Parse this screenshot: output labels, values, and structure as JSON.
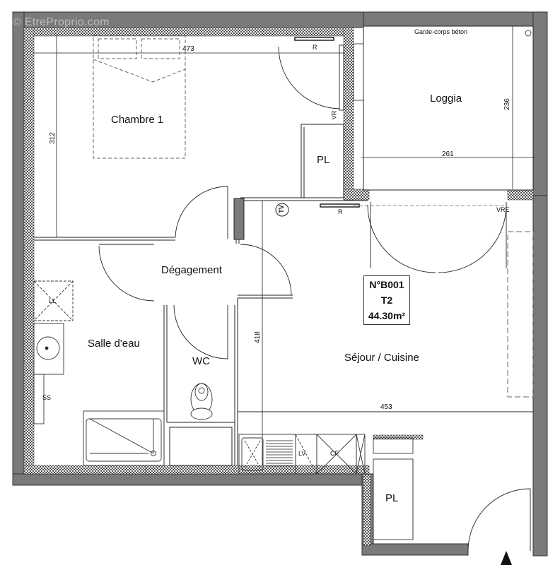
{
  "watermark": "© EtreProprio.com",
  "unit": {
    "number": "N°B001",
    "type": "T2",
    "area": "44.30m²"
  },
  "rooms": {
    "chambre": "Chambre 1",
    "loggia": "Loggia",
    "pl_top": "PL",
    "degagement": "Dégagement",
    "salle_eau": "Salle d'eau",
    "wc": "WC",
    "sejour": "Séjour / Cuisine",
    "pl_bottom": "PL"
  },
  "annotations": {
    "garde_corps": "Garde-corps béton",
    "r_top": "R",
    "r_mid": "R",
    "vr": "VR",
    "vre": "VRE",
    "ss": "SS",
    "ll": "LL",
    "lv": "LV",
    "cf": "CF",
    "tv": "TV"
  },
  "dimensions": {
    "chambre_width": "473",
    "chambre_height": "312",
    "loggia_width": "261",
    "loggia_height": "236",
    "sejour_width": "453",
    "sejour_height": "418"
  },
  "colors": {
    "wall": "#7a7a7a",
    "wall_edge": "#333333",
    "insulation": "#9a9a9a",
    "line": "#222222",
    "dashed": "#666666"
  }
}
